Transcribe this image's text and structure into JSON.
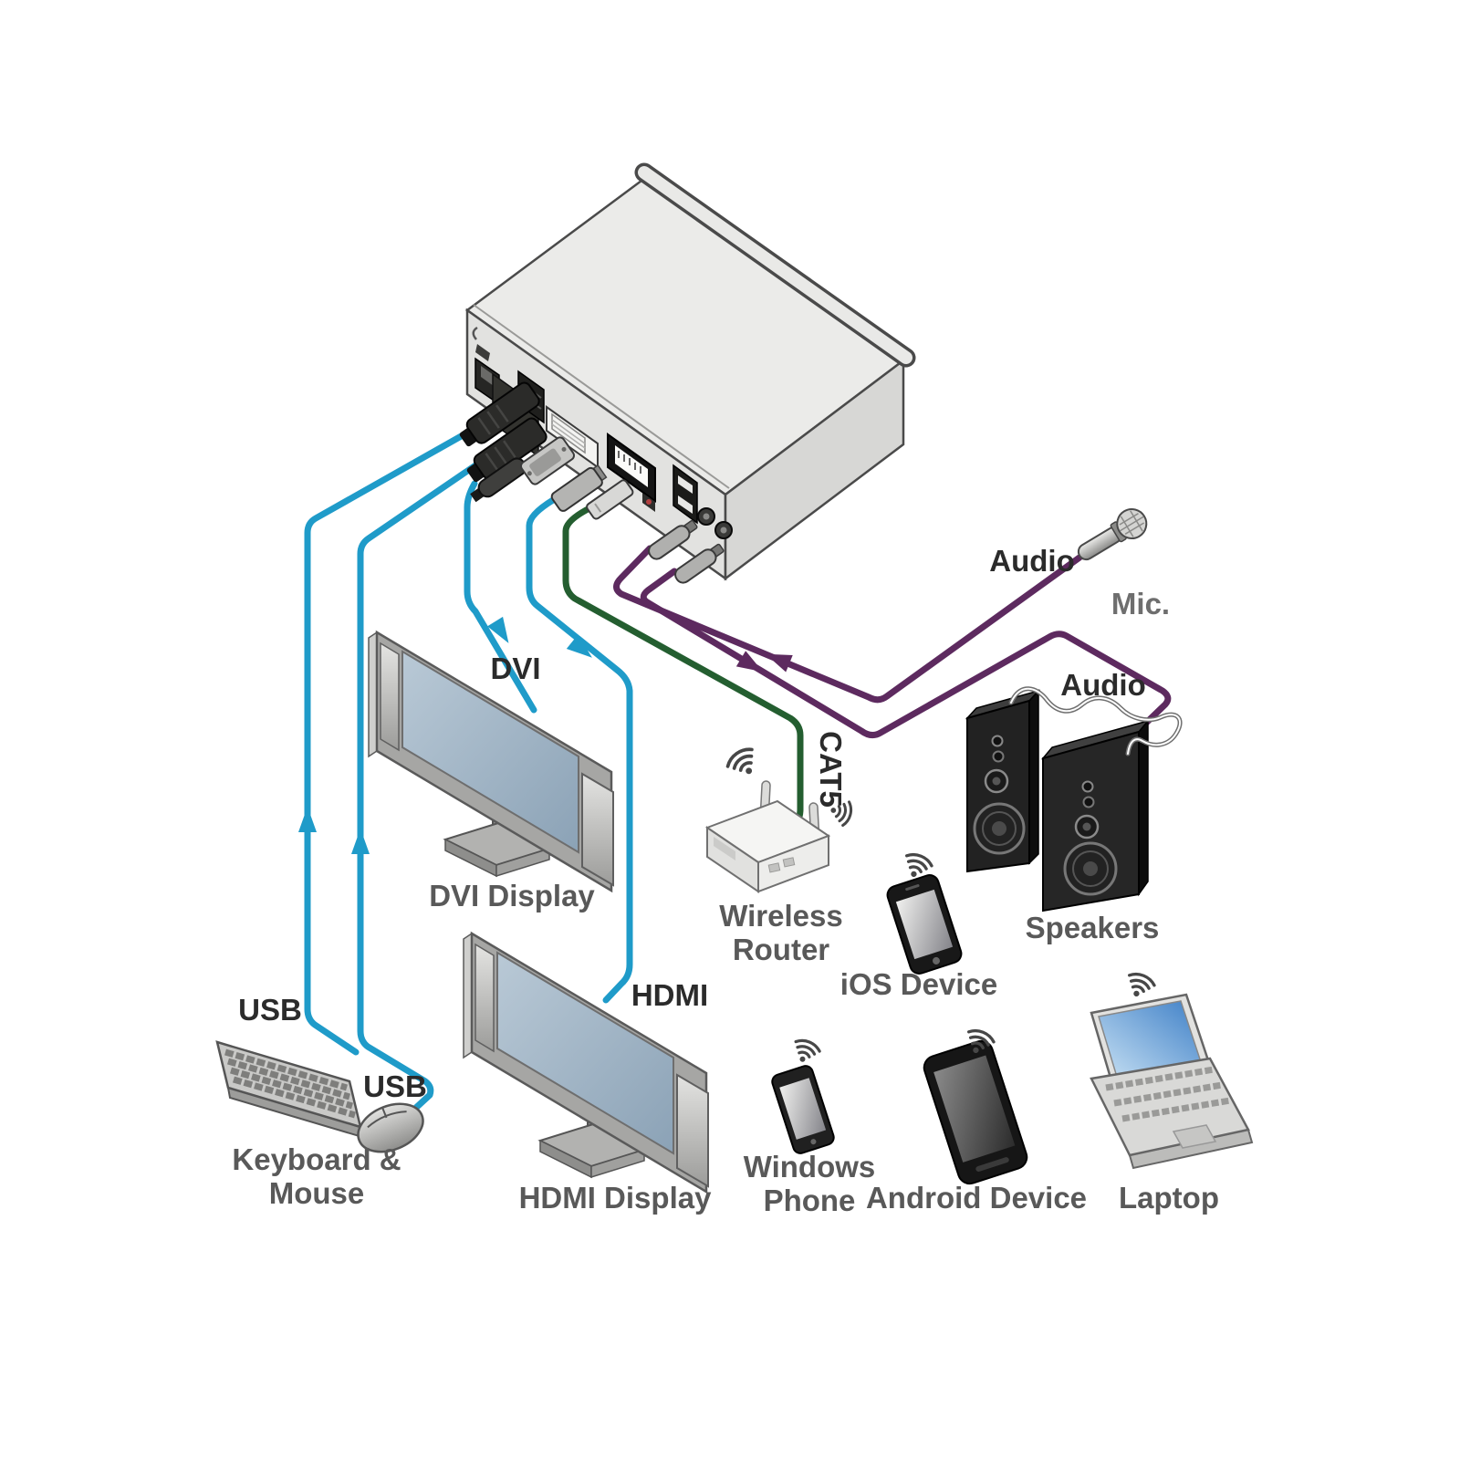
{
  "diagram_type": "av-collaboration-hub-connection-diagram",
  "labels": {
    "usb_keyboard": "USB",
    "usb_mouse": "USB",
    "dvi": "DVI",
    "hdmi": "HDMI",
    "cat5": "CAT5",
    "audio_mic": "Audio",
    "audio_speakers": "Audio",
    "mic": "Mic.",
    "dvi_display": "DVI Display",
    "hdmi_display": "HDMI Display",
    "keyboard_mouse_line1": "Keyboard &",
    "keyboard_mouse_line2": "Mouse",
    "wireless_router_line1": "Wireless",
    "wireless_router_line2": "Router",
    "ios_device": "iOS Device",
    "windows_phone_line1": "Windows",
    "windows_phone_line2": "Phone",
    "android_device": "Android Device",
    "laptop": "Laptop",
    "speakers": "Speakers"
  },
  "colors": {
    "background": "#ffffff",
    "usb_video_cable_blue": "#1f9bc9",
    "cat5_cable_green": "#245e30",
    "audio_cable_purple": "#5d2a5f",
    "connection_label_text": "#2b2b2b",
    "device_label_text": "#595959",
    "mic_label_text": "#6e6e6e"
  },
  "icons": [
    "wifi-signal-icon",
    "microphone-icon"
  ],
  "connections": [
    {
      "from": "keyboard",
      "to": "hub",
      "label": "USB",
      "color_key": "usb_video_cable_blue",
      "arrow": "toward-hub"
    },
    {
      "from": "mouse",
      "to": "hub",
      "label": "USB",
      "color_key": "usb_video_cable_blue",
      "arrow": "toward-hub"
    },
    {
      "from": "hub",
      "to": "dvi-display",
      "label": "DVI",
      "color_key": "usb_video_cable_blue",
      "arrow": "toward-display"
    },
    {
      "from": "hub",
      "to": "hdmi-display",
      "label": "HDMI",
      "color_key": "usb_video_cable_blue",
      "arrow": "toward-display"
    },
    {
      "from": "hub",
      "to": "wireless-router",
      "label": "CAT5",
      "color_key": "cat5_cable_green",
      "arrow": "none"
    },
    {
      "from": "microphone",
      "to": "hub",
      "label": "Audio",
      "color_key": "audio_cable_purple",
      "arrow": "toward-hub"
    },
    {
      "from": "hub",
      "to": "speakers",
      "label": "Audio",
      "color_key": "audio_cable_purple",
      "arrow": "toward-speakers"
    },
    {
      "wireless_devices": [
        "ios-device",
        "windows-phone",
        "android-device",
        "laptop",
        "wireless-router"
      ]
    }
  ]
}
